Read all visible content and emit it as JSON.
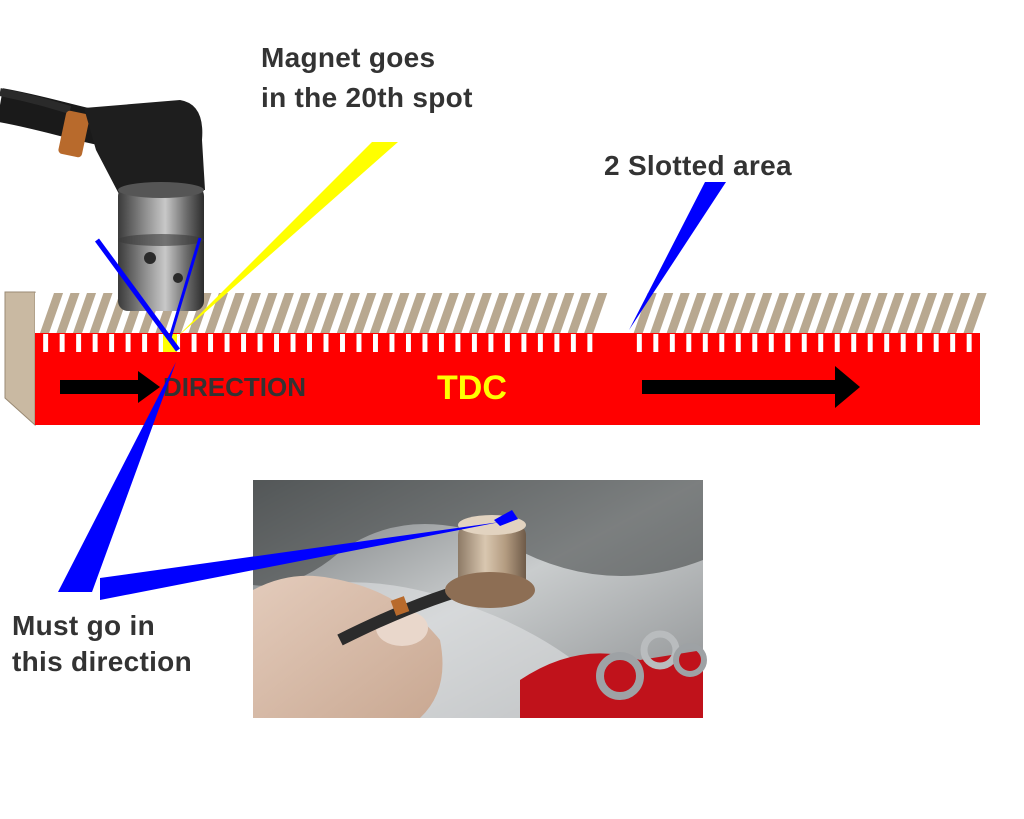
{
  "labels": {
    "magnet_line1": "Magnet goes",
    "magnet_line2": "in the 20th spot",
    "slotted_area": "2 Slotted area",
    "must_go_line1": "Must go in",
    "must_go_line2": "this direction",
    "direction": "DIRECTION",
    "tdc": "TDC"
  },
  "colors": {
    "rail_red": "#ff0000",
    "tooth_tan": "#b8a890",
    "pointer_blue": "#0000ff",
    "pointer_yellow": "#ffff00",
    "tdc_text": "#ffff00",
    "label_text": "#333333",
    "arrow_black": "#000000"
  },
  "reluctor": {
    "teeth_left_group": 34,
    "teeth_right_group": 21,
    "missing_teeth_gap": 2,
    "magnet_spot": 20
  },
  "icons": {
    "sensor": "crank-sensor-icon",
    "photo": "sensor-in-hand-photo-icon",
    "arrow": "arrow-right-icon"
  }
}
